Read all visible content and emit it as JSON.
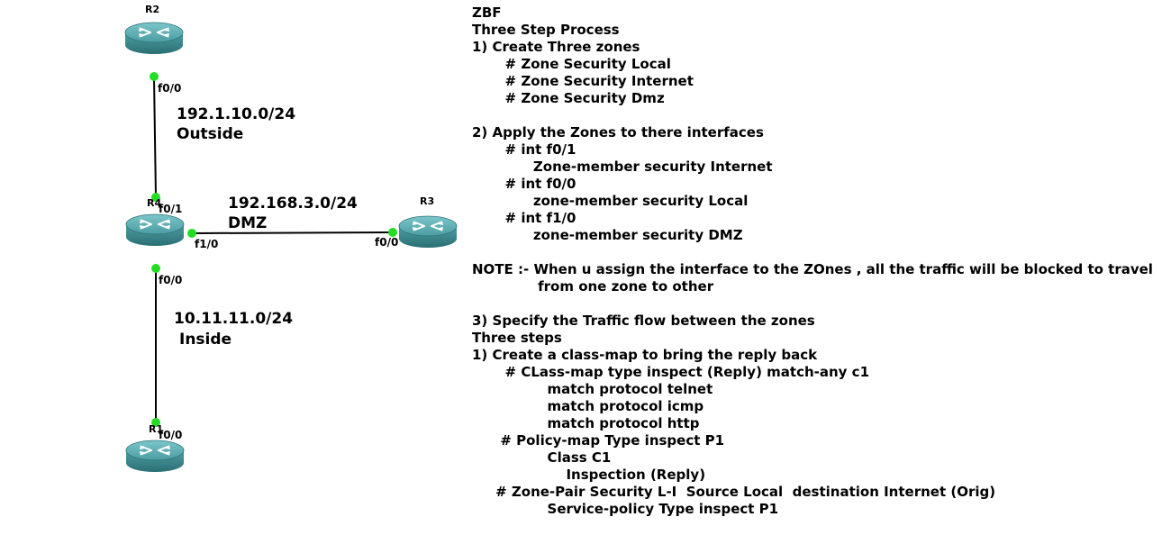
{
  "topology": {
    "routers": [
      {
        "id": "R2",
        "label": "R2"
      },
      {
        "id": "R4",
        "label": "R4"
      },
      {
        "id": "R3",
        "label": "R3"
      },
      {
        "id": "R1",
        "label": "R1"
      }
    ],
    "ports": {
      "r2_f00": "f0/0",
      "r4_f01": "f0/1",
      "r4_f10": "f1/0",
      "r4_f00": "f0/0",
      "r3_f00": "f0/0",
      "r1_f00": "f0/0"
    },
    "networks": {
      "outside_subnet": "192.1.10.0/24",
      "outside_name": "Outside",
      "dmz_subnet": "192.168.3.0/24",
      "dmz_name": "DMZ",
      "inside_subnet": "10.11.11.0/24",
      "inside_name": "Inside"
    },
    "colors": {
      "link_dot": "#22dd22",
      "router_body": "#3a8f95",
      "router_top": "#5fb3b8"
    }
  },
  "notes": {
    "lines": [
      "ZBF",
      "Three Step Process",
      "1) Create Three zones",
      "       # Zone Security Local",
      "       # Zone Security Internet",
      "       # Zone Security Dmz",
      "",
      "2) Apply the Zones to there interfaces",
      "       # int f0/1",
      "             Zone-member security Internet",
      "       # int f0/0",
      "             zone-member security Local",
      "       # int f1/0",
      "             zone-member security DMZ",
      "",
      "NOTE :- When u assign the interface to the ZOnes , all the traffic will be blocked to travel",
      "              from one zone to other",
      "",
      "3) Specify the Traffic flow between the zones",
      "Three steps",
      "1) Create a class-map to bring the reply back",
      "       # CLass-map type inspect (Reply) match-any c1",
      "                match protocol telnet",
      "                match protocol icmp",
      "                match protocol http",
      "      # Policy-map Type inspect P1",
      "                Class C1",
      "                    Inspection (Reply)",
      "     # Zone-Pair Security L-I  Source Local  destination Internet (Orig)",
      "                Service-policy Type inspect P1"
    ]
  }
}
